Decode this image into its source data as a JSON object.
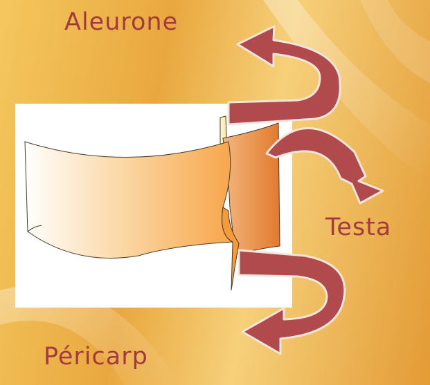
{
  "labels": {
    "aleurone": "Aleurone",
    "testa": "Testa",
    "pericarp": "Péricarp"
  },
  "colors": {
    "label_text": "#a33b3e",
    "arrow_fill": "#b04a4c",
    "arrow_stroke": "#f2e6dc",
    "background": "#eeb24f",
    "panel": "#ffffff"
  }
}
